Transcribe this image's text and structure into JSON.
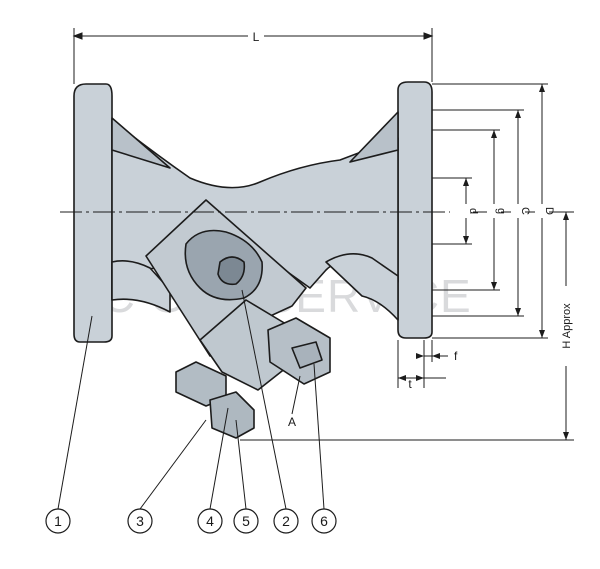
{
  "diagram": {
    "dimensions": {
      "L": "L",
      "D": "D",
      "C": "C",
      "g": "g",
      "d": "d",
      "H": "H Approx",
      "f": "f",
      "t": "t",
      "A": "A"
    },
    "callouts": [
      "1",
      "3",
      "4",
      "5",
      "2",
      "6"
    ],
    "watermark": "PC GAS SERVICE",
    "colors": {
      "body_fill": "#c9d1d8",
      "line": "#1c1c1c",
      "background": "#ffffff"
    }
  }
}
